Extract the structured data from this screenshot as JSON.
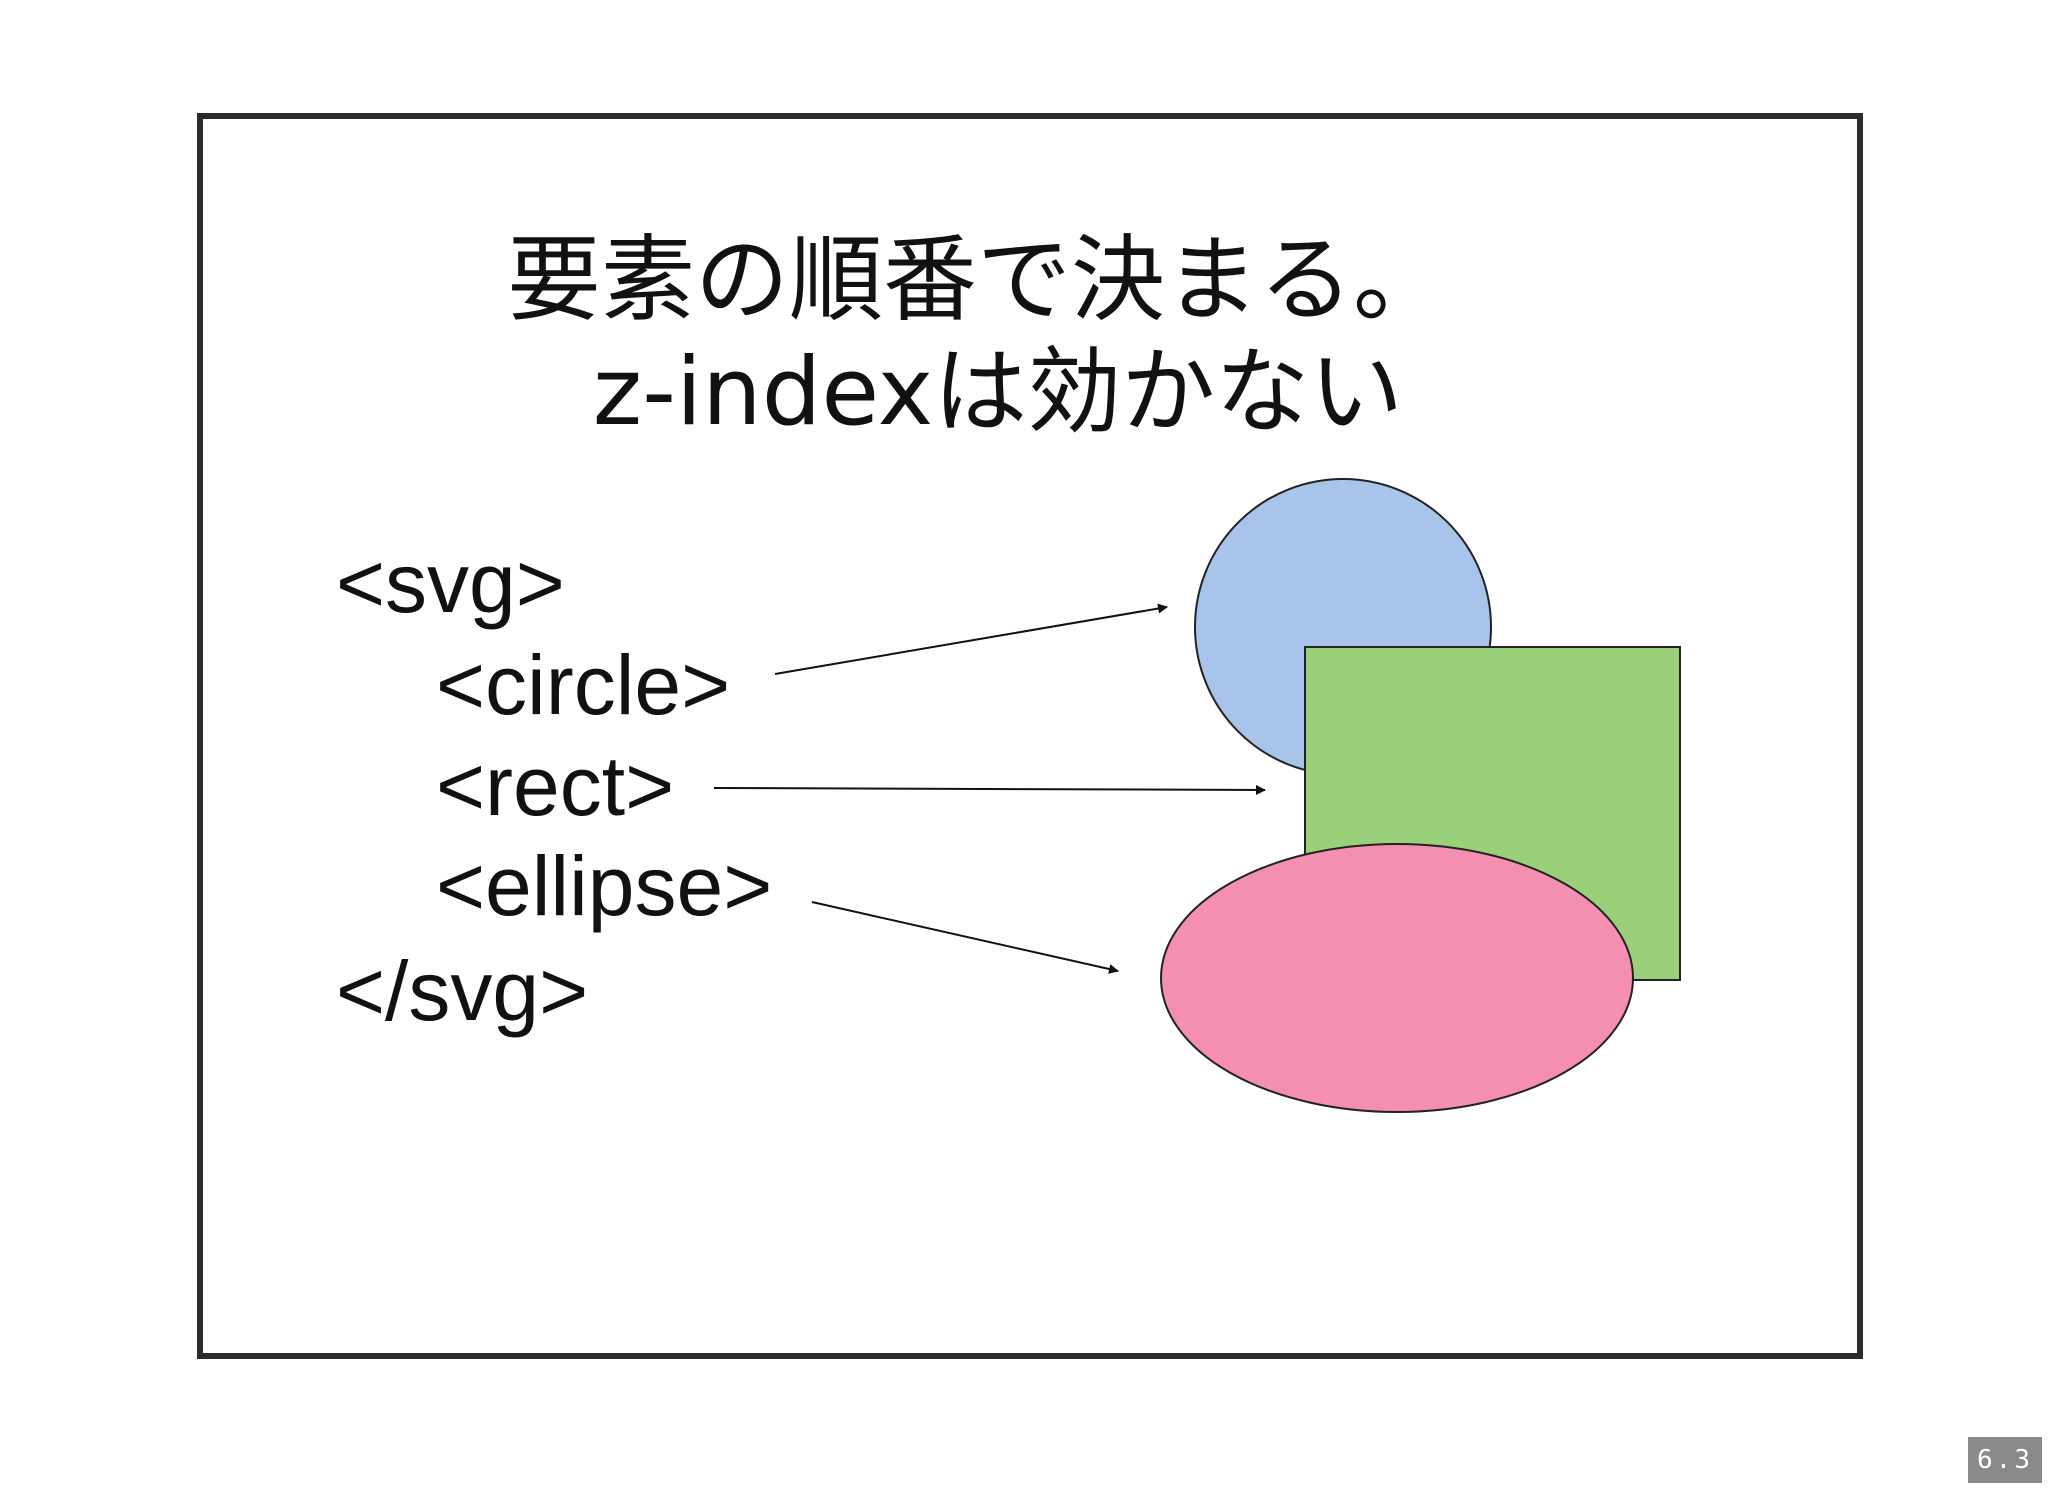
{
  "slide": {
    "title_lines": [
      "要素の順番で決まる。",
      "z-indexは効かない"
    ],
    "code_lines": [
      "<svg>",
      "<circle>",
      "<rect>",
      "<ellipse>",
      "</svg>"
    ]
  },
  "shapes": {
    "circle": {
      "fill": "#a9c4ea",
      "stroke": "#222222"
    },
    "rect": {
      "fill": "#9bd07a",
      "stroke": "#222222"
    },
    "ellipse": {
      "fill": "#f48fb1",
      "stroke": "#222222"
    }
  },
  "footer": {
    "page_counter": "6.3"
  }
}
